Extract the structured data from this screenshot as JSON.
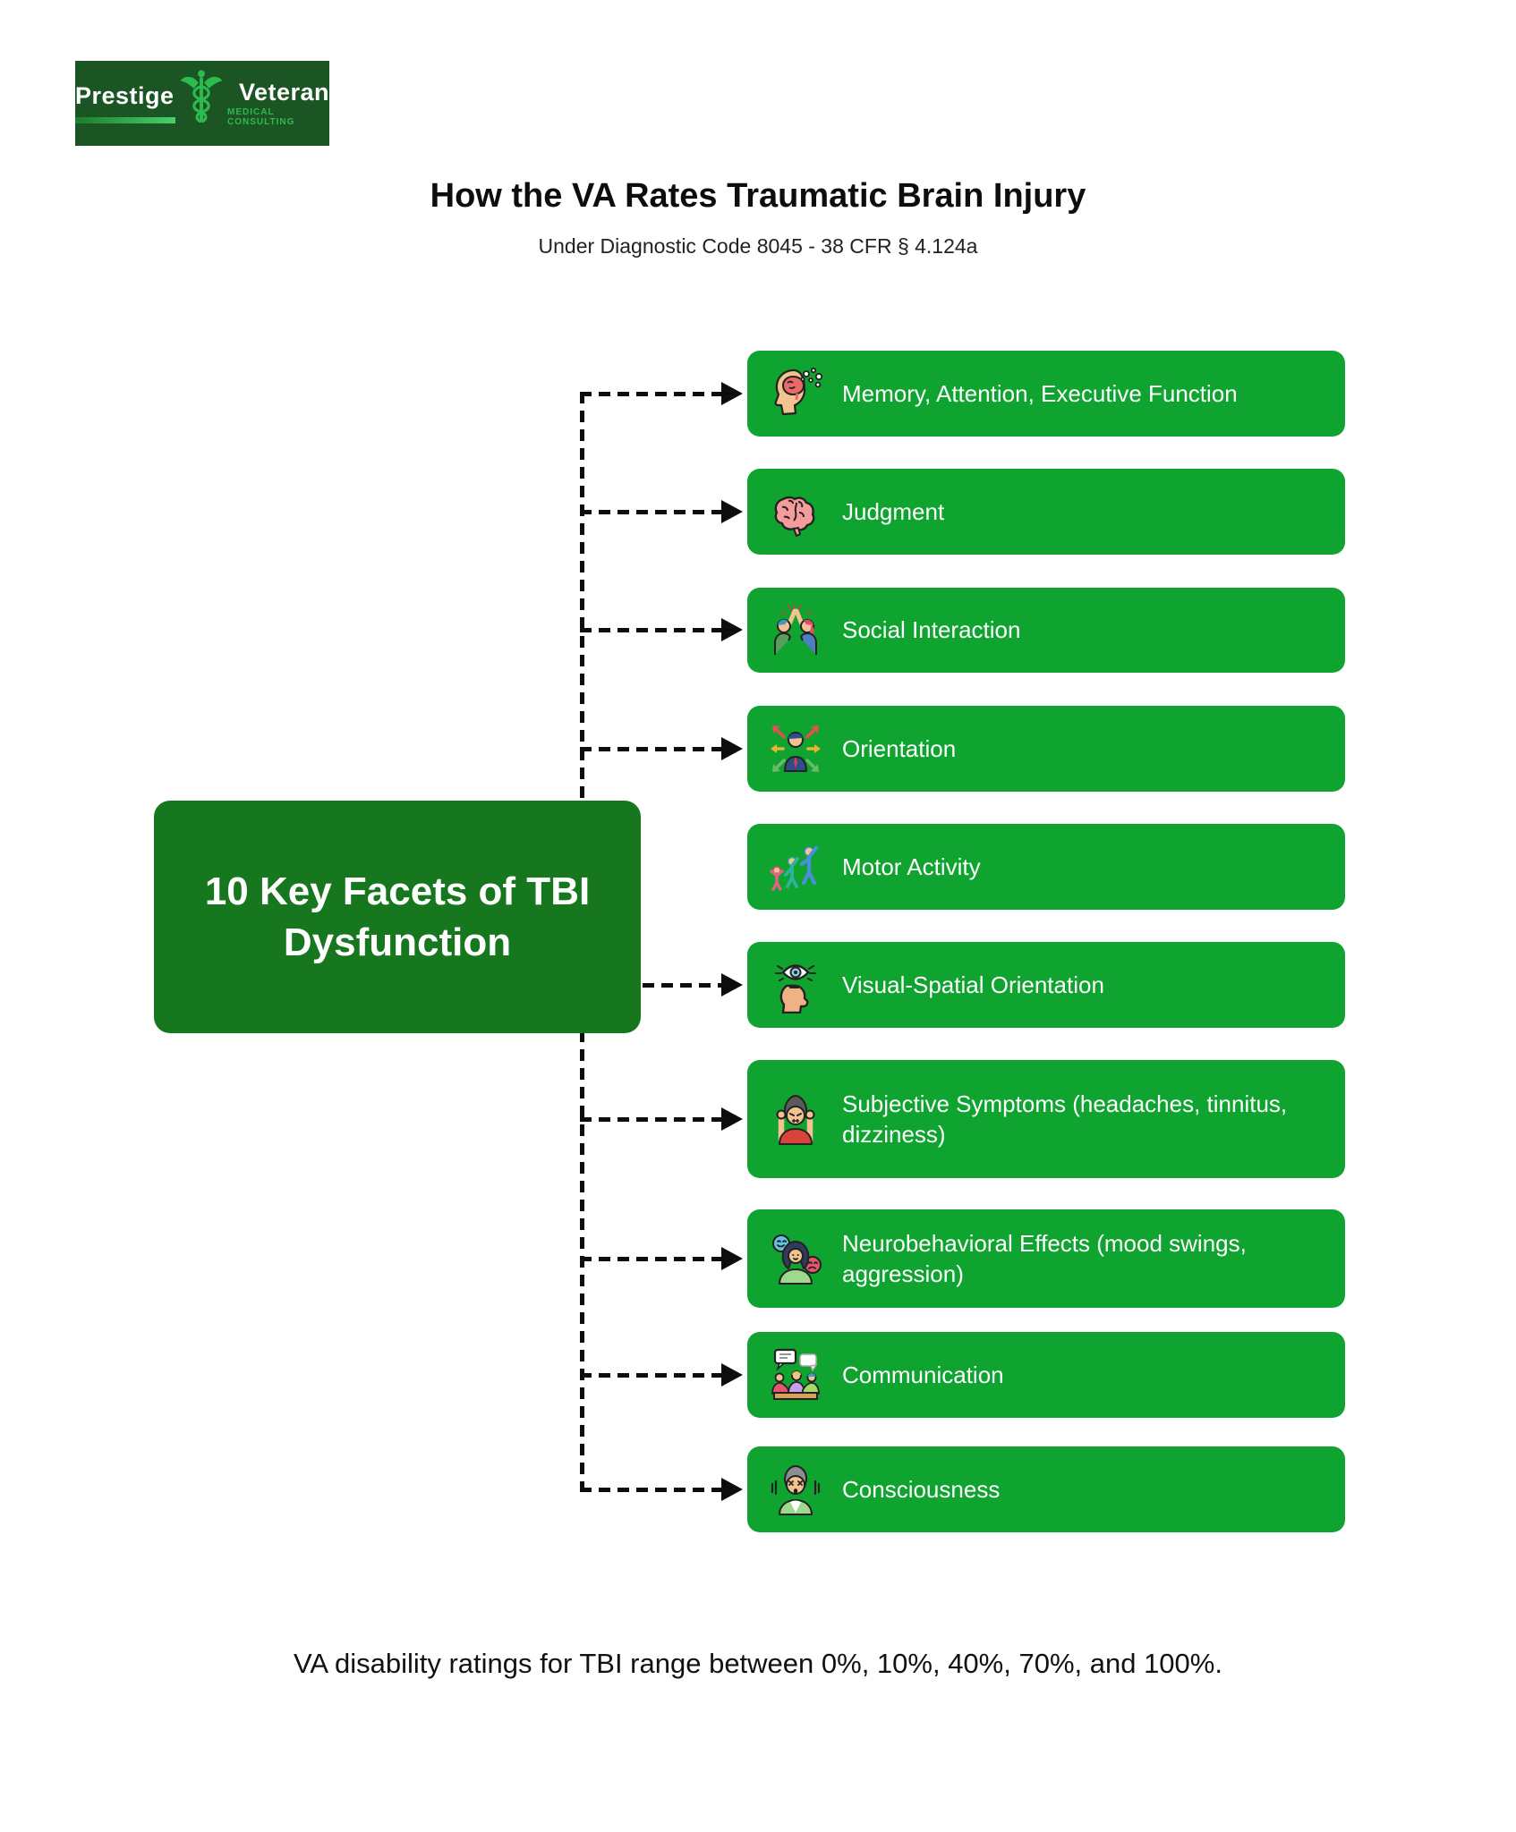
{
  "logo": {
    "brand_left": "Prestige",
    "brand_right": "Veteran",
    "tagline": "MEDICAL CONSULTING",
    "icon": "caduceus-icon"
  },
  "header": {
    "title": "How the VA Rates Traumatic Brain Injury",
    "subtitle": "Under Diagnostic Code 8045 - 38 CFR § 4.124a"
  },
  "diagram": {
    "center_label": "10 Key Facets of TBI Dysfunction",
    "facets": [
      {
        "icon": "memory-icon",
        "label": "Memory, Attention, Executive Function"
      },
      {
        "icon": "judgment-brain-icon",
        "label": "Judgment"
      },
      {
        "icon": "social-interaction-icon",
        "label": "Social Interaction"
      },
      {
        "icon": "orientation-icon",
        "label": "Orientation"
      },
      {
        "icon": "motor-activity-icon",
        "label": "Motor Activity"
      },
      {
        "icon": "visual-spatial-icon",
        "label": "Visual-Spatial Orientation"
      },
      {
        "icon": "subjective-symptoms-icon",
        "label": "Subjective Symptoms (headaches, tinnitus, dizziness)"
      },
      {
        "icon": "neurobehavioral-icon",
        "label": "Neurobehavioral Effects (mood swings, aggression)"
      },
      {
        "icon": "communication-icon",
        "label": "Communication"
      },
      {
        "icon": "consciousness-icon",
        "label": "Consciousness"
      }
    ]
  },
  "footer": {
    "note": "VA disability ratings for TBI range between 0%, 10%, 40%, 70%, and 100%."
  },
  "colors": {
    "bar_green": "#0fa330",
    "center_box_green": "#16771f",
    "logo_background": "#1b5523",
    "logo_accent": "#2dbb4e",
    "connector_black": "#0d0d0d"
  }
}
